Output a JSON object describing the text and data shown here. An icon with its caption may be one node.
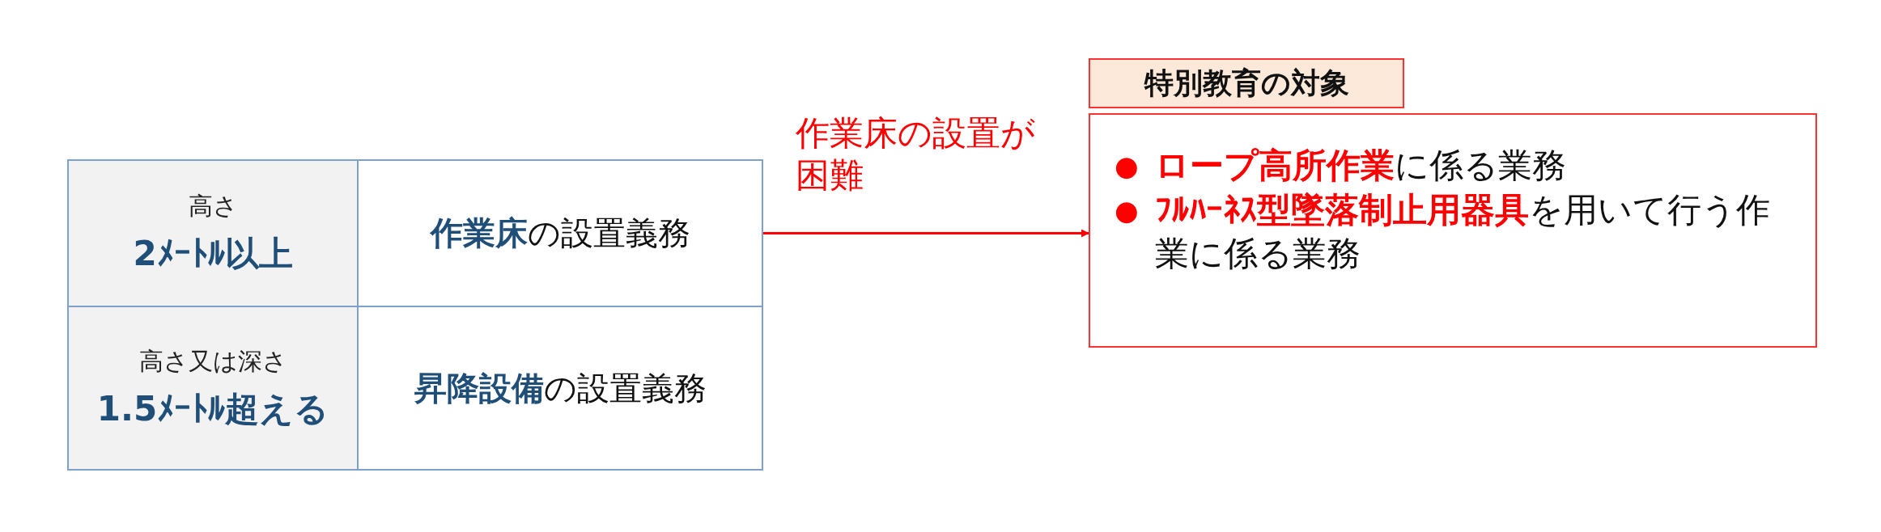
{
  "diagram": {
    "nodes": [
      {
        "text": [
          "高さ",
          "2ﾒｰﾄﾙ以上"
        ]
      },
      {
        "text": [
          "**作業床**の設置義務"
        ]
      },
      {
        "text": [
          "高さ又は深さ",
          "1.5ﾒｰﾄﾙ超える"
        ]
      },
      {
        "text": [
          "**昇降設備**の設置義務"
        ]
      },
      {
        "text": [
          "特別教育の対象"
        ]
      },
      {
        "text": [
          "**ロープ高所作業**に係る業務",
          "**ﾌﾙﾊｰﾈｽ型墜落制止用器具**を用いて行う作業に係る業務"
        ]
      }
    ],
    "edges": [
      {
        "from": 1,
        "to": 5,
        "arrow": "to",
        "label": "作業床の設置が困難",
        "color": "#ff0000"
      }
    ],
    "labels": [
      "●",
      "●"
    ]
  }
}
